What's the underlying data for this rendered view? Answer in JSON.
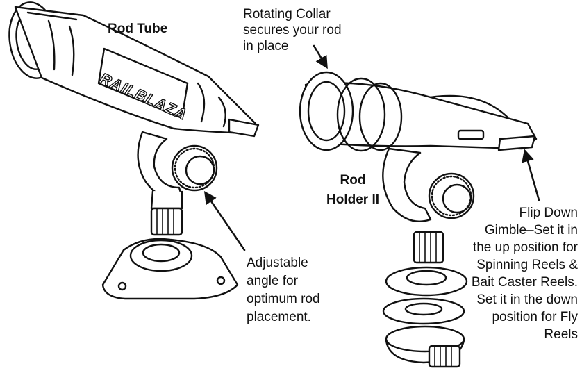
{
  "labels": {
    "rod_tube": "Rod Tube",
    "rod_holder": "Rod\nHolder II",
    "brand_logo": "RAILBLAZA"
  },
  "callouts": {
    "rotating_collar": "Rotating Collar\nsecures your rod\nin place",
    "adjustable_angle": "Adjustable\nangle for\noptimum rod\nplacement.",
    "flip_down_gimble": "Flip Down\nGimble–Set it in\nthe up position for\nSpinning Reels &\nBait Caster Reels.\nSet it in the down\nposition for Fly\nReels"
  },
  "colors": {
    "line": "#111111",
    "background": "#ffffff"
  }
}
